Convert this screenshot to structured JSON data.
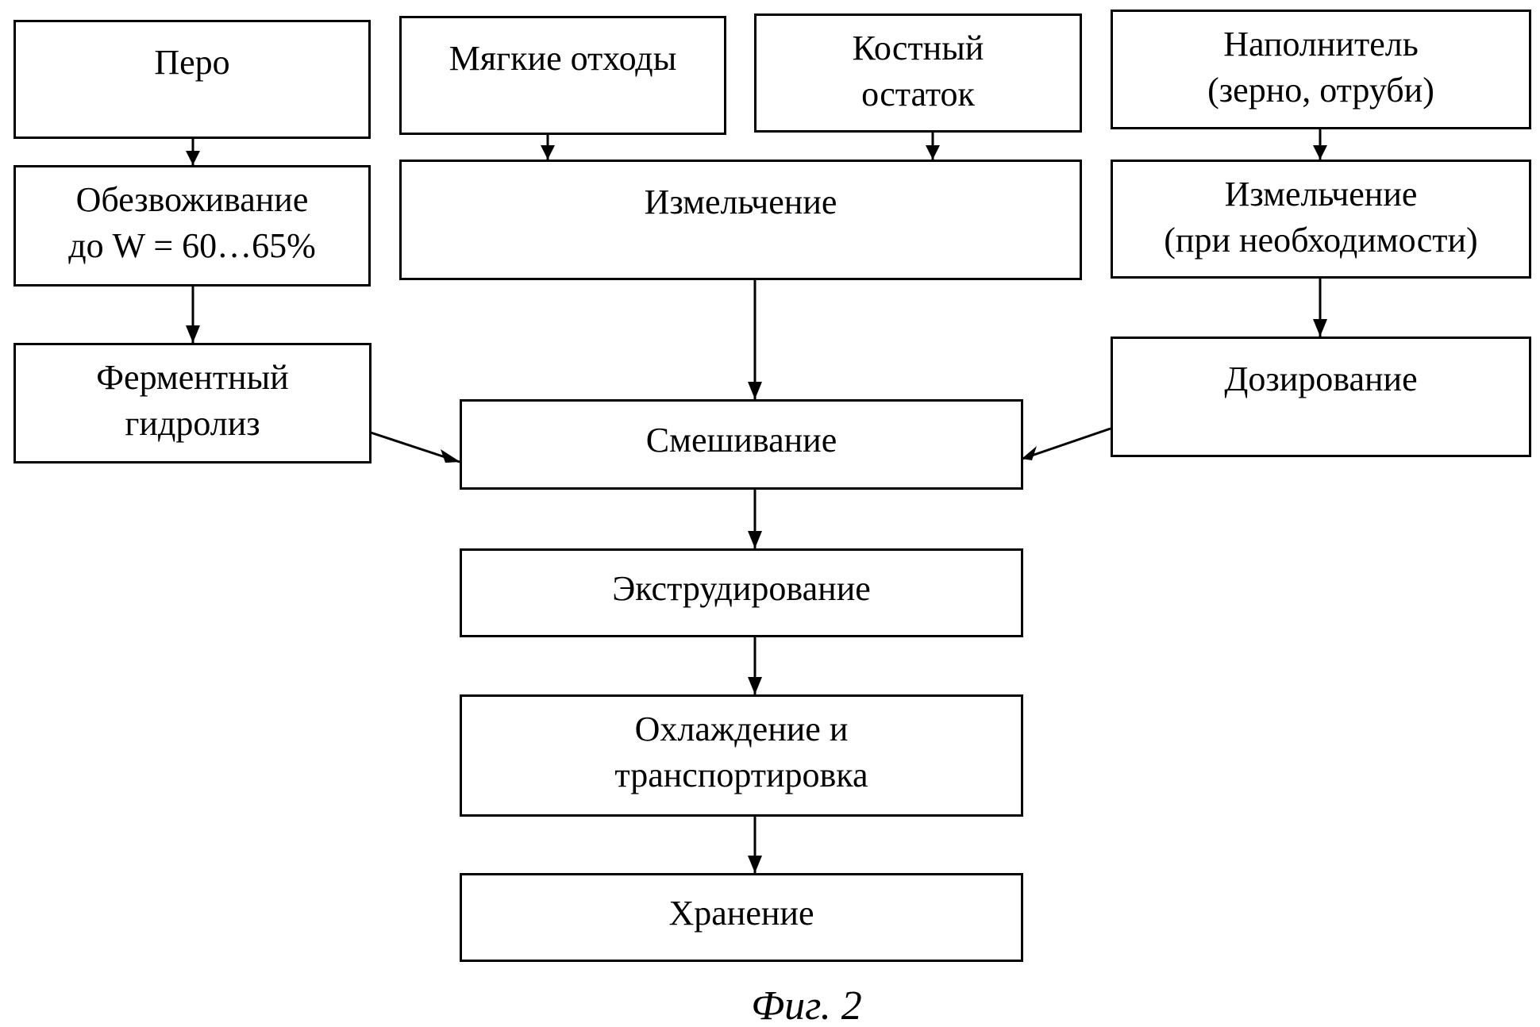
{
  "diagram": {
    "type": "flowchart",
    "nodes": {
      "pero": {
        "lines": [
          "Перо"
        ]
      },
      "soft_waste": {
        "lines": [
          "Мягкие отходы"
        ]
      },
      "bone_residue": {
        "lines": [
          "Костный",
          "остаток"
        ]
      },
      "filler": {
        "lines": [
          "Наполнитель",
          "(зерно, отруби)"
        ]
      },
      "dehydration": {
        "lines": [
          "Обезвоживание",
          "до W = 60…65%"
        ]
      },
      "grinding": {
        "lines": [
          "Измельчение"
        ]
      },
      "filler_grinding": {
        "lines": [
          "Измельчение",
          "(при необходимости)"
        ]
      },
      "enzymatic_hydrolysis": {
        "lines": [
          "Ферментный",
          "гидролиз"
        ]
      },
      "dosing": {
        "lines": [
          "Дозирование"
        ]
      },
      "mixing": {
        "lines": [
          "Смешивание"
        ]
      },
      "extrusion": {
        "lines": [
          "Экструдирование"
        ]
      },
      "cooling": {
        "lines": [
          "Охлаждение и",
          "транспортировка"
        ]
      },
      "storage": {
        "lines": [
          "Хранение"
        ]
      }
    },
    "edges": [
      [
        "pero",
        "dehydration"
      ],
      [
        "dehydration",
        "enzymatic_hydrolysis"
      ],
      [
        "soft_waste",
        "grinding"
      ],
      [
        "bone_residue",
        "grinding"
      ],
      [
        "filler",
        "filler_grinding"
      ],
      [
        "filler_grinding",
        "dosing"
      ],
      [
        "enzymatic_hydrolysis",
        "mixing"
      ],
      [
        "grinding",
        "mixing"
      ],
      [
        "dosing",
        "mixing"
      ],
      [
        "mixing",
        "extrusion"
      ],
      [
        "extrusion",
        "cooling"
      ],
      [
        "cooling",
        "storage"
      ]
    ],
    "caption": "Фиг. 2"
  }
}
